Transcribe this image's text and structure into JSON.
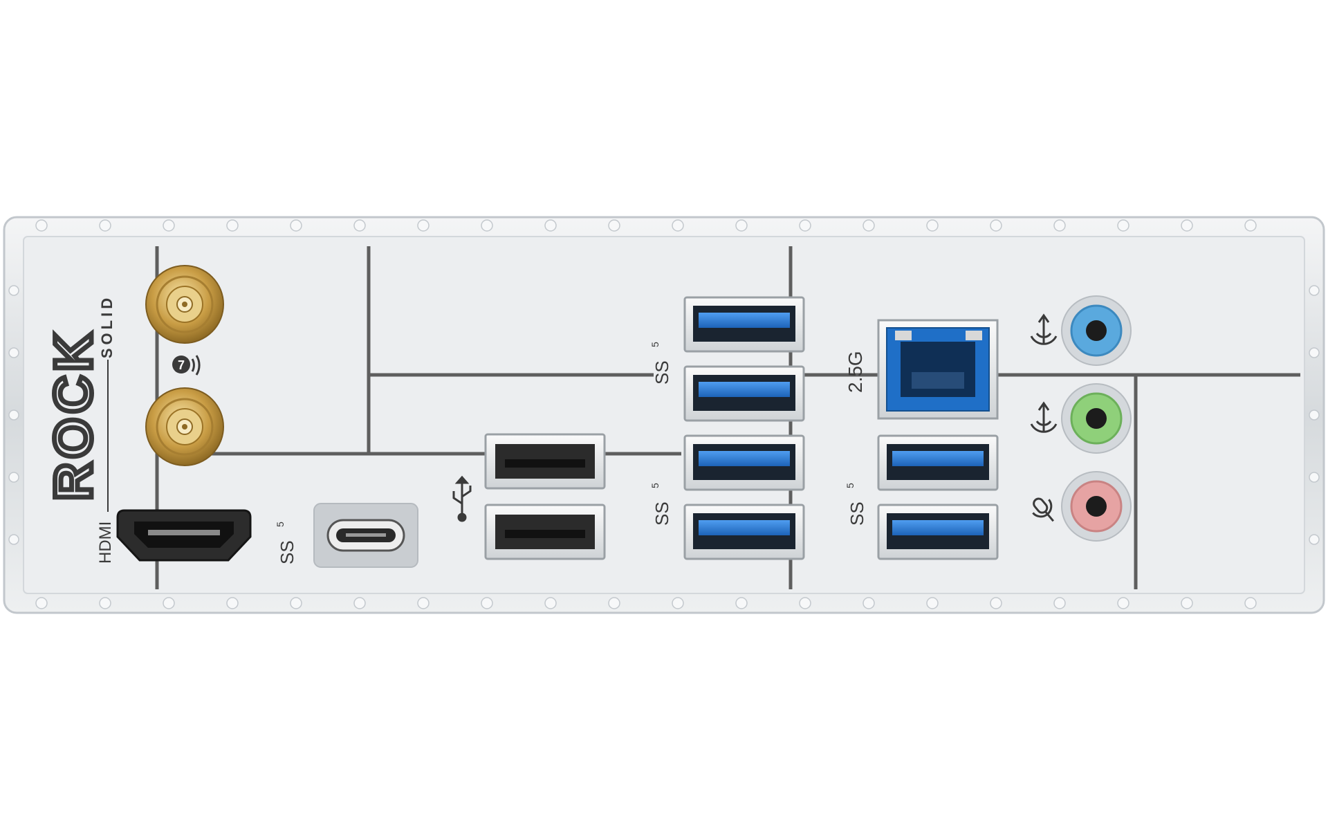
{
  "logo": {
    "main": "ROCK",
    "sub": "SOLID"
  },
  "labels": {
    "hdmi": "HDMI",
    "ss": "SS",
    "ss_gen": "5",
    "lan_speed": "2.5G"
  },
  "icons": {
    "wifi_badge": "wifi-7-icon",
    "usb_legacy": "usb-trident-icon",
    "line_in": "line-in-icon",
    "line_out": "line-out-icon",
    "mic": "microphone-icon"
  },
  "colors": {
    "bracket": "#e9ebee",
    "frame": "#c7ccd1",
    "divider": "#5a5a5a",
    "usb_blue": "#2f7fd6",
    "usb_black": "#2b2b2b",
    "rj45_blue": "#1f6fc7",
    "antenna_gold": "#c9a24c",
    "jack_blue": "#5aa9de",
    "jack_green": "#8fd07a",
    "jack_pink": "#e6a3a3"
  }
}
